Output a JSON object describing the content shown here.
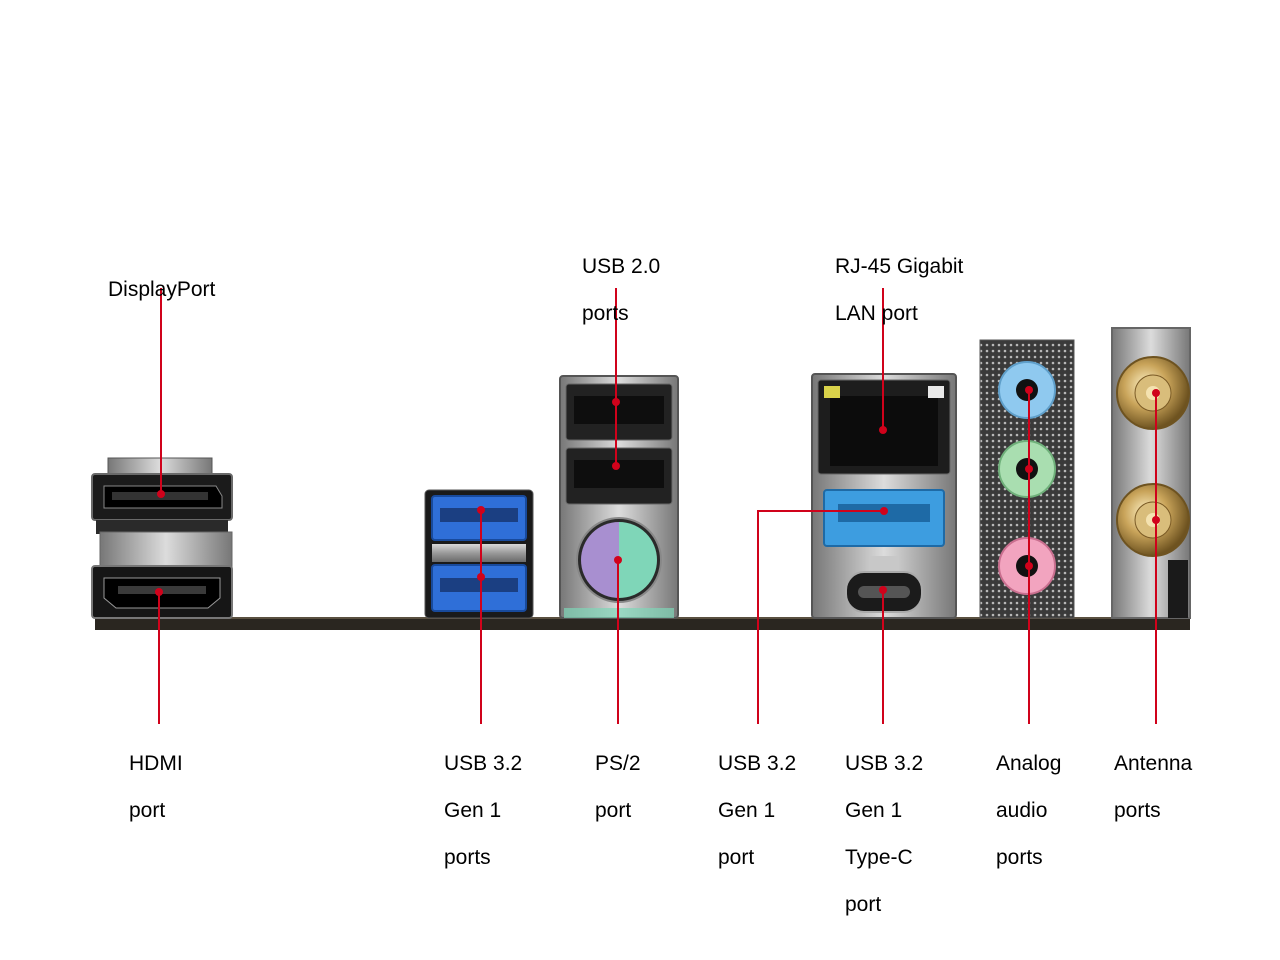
{
  "labels": {
    "displayport": [
      "DisplayPort"
    ],
    "usb20": [
      "USB 2.0",
      "ports"
    ],
    "rj45": [
      "RJ-45 Gigabit",
      "LAN port"
    ],
    "hdmi": [
      "HDMI",
      "port"
    ],
    "usb32_ports": [
      "USB 3.2",
      "Gen 1",
      "ports"
    ],
    "ps2": [
      "PS/2",
      "port"
    ],
    "usb32_port": [
      "USB 3.2",
      "Gen 1",
      "port"
    ],
    "usb32_typec": [
      "USB 3.2",
      "Gen 1",
      "Type-C",
      "port"
    ],
    "audio": [
      "Analog",
      "audio",
      "ports"
    ],
    "antenna": [
      "Antenna",
      "ports"
    ]
  },
  "colors": {
    "leader": "#d0021b",
    "board": "#2a2620",
    "usb3_blue": "#2f6fd8",
    "usb3_light_blue": "#3d9de0",
    "ps2_purple": "#a88fd0",
    "ps2_green": "#7fd6b8",
    "audio_blue": "#8fc9ef",
    "audio_green": "#a9deb0",
    "audio_pink": "#f2a4bf",
    "gold": "#c9a45a"
  }
}
